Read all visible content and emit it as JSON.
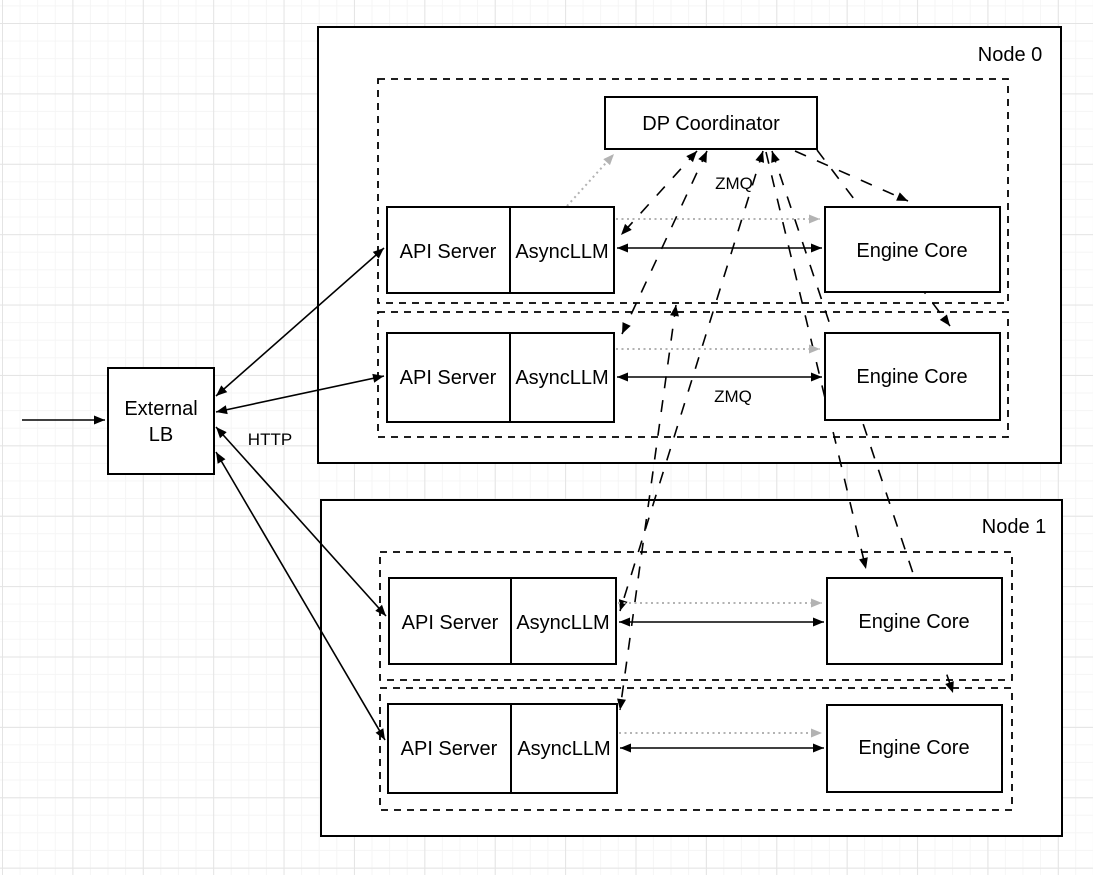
{
  "diagram": {
    "nodes": [
      {
        "label": "Node 0"
      },
      {
        "label": "Node 1"
      }
    ],
    "external_lb": {
      "line1": "External",
      "line2": "LB"
    },
    "dp_coordinator": {
      "label": "DP Coordinator"
    },
    "ranks": [
      {
        "node": "Node 0",
        "api_server": "API Server",
        "async_llm": "AsyncLLM",
        "engine_core": "Engine Core"
      },
      {
        "node": "Node 0",
        "api_server": "API Server",
        "async_llm": "AsyncLLM",
        "engine_core": "Engine Core"
      },
      {
        "node": "Node 1",
        "api_server": "API Server",
        "async_llm": "AsyncLLM",
        "engine_core": "Engine Core"
      },
      {
        "node": "Node 1",
        "api_server": "API Server",
        "async_llm": "AsyncLLM",
        "engine_core": "Engine Core"
      }
    ],
    "labels": {
      "http": "HTTP",
      "zmq_coordinator": "ZMQ",
      "zmq_engine": "ZMQ"
    },
    "colors": {
      "stroke": "#000000",
      "muted_arrow": "#b3b3b3",
      "box_fill": "#ffffff",
      "grid_minor": "#f5f5f5",
      "grid_major": "#e4e4e4"
    },
    "edges": [
      {
        "from": "client",
        "to": "External LB",
        "style": "solid",
        "arrows": "end"
      },
      {
        "from": "External LB",
        "to": "API Server rank 0",
        "style": "solid",
        "arrows": "both",
        "label": "HTTP"
      },
      {
        "from": "External LB",
        "to": "API Server rank 1",
        "style": "solid",
        "arrows": "both",
        "label": "HTTP"
      },
      {
        "from": "External LB",
        "to": "API Server rank 2",
        "style": "solid",
        "arrows": "both",
        "label": "HTTP"
      },
      {
        "from": "External LB",
        "to": "API Server rank 3",
        "style": "solid",
        "arrows": "both",
        "label": "HTTP"
      },
      {
        "from": "AsyncLLM rank 0",
        "to": "Engine Core rank 0",
        "style": "solid",
        "arrows": "both",
        "label": "ZMQ"
      },
      {
        "from": "AsyncLLM rank 1",
        "to": "Engine Core rank 1",
        "style": "solid",
        "arrows": "both",
        "label": "ZMQ"
      },
      {
        "from": "AsyncLLM rank 2",
        "to": "Engine Core rank 2",
        "style": "solid",
        "arrows": "both",
        "label": "ZMQ"
      },
      {
        "from": "AsyncLLM rank 3",
        "to": "Engine Core rank 3",
        "style": "solid",
        "arrows": "both",
        "label": "ZMQ"
      },
      {
        "from": "AsyncLLM rank 0",
        "to": "Engine Core rank 0",
        "style": "dotted-gray",
        "arrows": "end"
      },
      {
        "from": "AsyncLLM rank 1",
        "to": "Engine Core rank 1",
        "style": "dotted-gray",
        "arrows": "end"
      },
      {
        "from": "AsyncLLM rank 2",
        "to": "Engine Core rank 2",
        "style": "dotted-gray",
        "arrows": "end"
      },
      {
        "from": "AsyncLLM rank 3",
        "to": "Engine Core rank 3",
        "style": "dotted-gray",
        "arrows": "end"
      },
      {
        "from": "AsyncLLM rank 0",
        "to": "DP Coordinator",
        "style": "dotted-gray",
        "arrows": "end"
      },
      {
        "from": "AsyncLLM rank 0",
        "to": "DP Coordinator",
        "style": "dashed",
        "arrows": "both",
        "label": "ZMQ"
      },
      {
        "from": "AsyncLLM rank 1",
        "to": "DP Coordinator",
        "style": "dashed",
        "arrows": "both",
        "label": "ZMQ"
      },
      {
        "from": "AsyncLLM rank 2",
        "to": "DP Coordinator",
        "style": "dashed",
        "arrows": "both",
        "label": "ZMQ"
      },
      {
        "from": "AsyncLLM rank 3",
        "to": "DP Coordinator",
        "style": "dashed",
        "arrows": "both",
        "label": "ZMQ"
      },
      {
        "from": "DP Coordinator",
        "to": "Engine Core rank 0",
        "style": "dashed",
        "arrows": "end"
      },
      {
        "from": "DP Coordinator",
        "to": "Engine Core rank 1",
        "style": "dashed",
        "arrows": "end"
      },
      {
        "from": "DP Coordinator",
        "to": "Engine Core rank 2",
        "style": "dashed",
        "arrows": "end"
      },
      {
        "from": "DP Coordinator",
        "to": "Engine Core rank 3",
        "style": "dashed",
        "arrows": "both"
      }
    ]
  }
}
